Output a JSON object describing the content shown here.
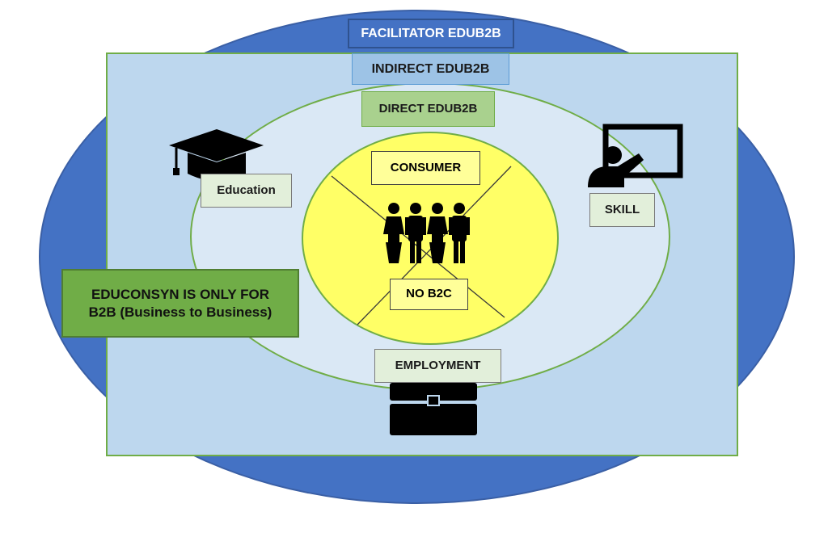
{
  "diagram": {
    "outer_layer": {
      "label": "FACILITATOR EDUB2B"
    },
    "middle_layer": {
      "label": "INDIRECT EDUB2B"
    },
    "inner_layer": {
      "label": "DIRECT EDUB2B"
    },
    "core": {
      "top_label": "CONSUMER",
      "bottom_label": "NO B2C",
      "icon": "people-group-icon"
    },
    "nodes": {
      "education": {
        "label": "Education",
        "icon": "graduation-cap-icon"
      },
      "skill": {
        "label": "SKILL",
        "icon": "teacher-board-icon"
      },
      "employment": {
        "label": "EMPLOYMENT",
        "icon": "briefcase-icon"
      }
    },
    "note": {
      "line1": "EDUCONSYN IS ONLY FOR",
      "line2": "B2B (Business to Business)"
    }
  },
  "colors": {
    "outer": "#4472c4",
    "panel": "#bdd7ee",
    "inner": "#dae8f5",
    "core": "#ffff66",
    "note": "#70ad47"
  }
}
